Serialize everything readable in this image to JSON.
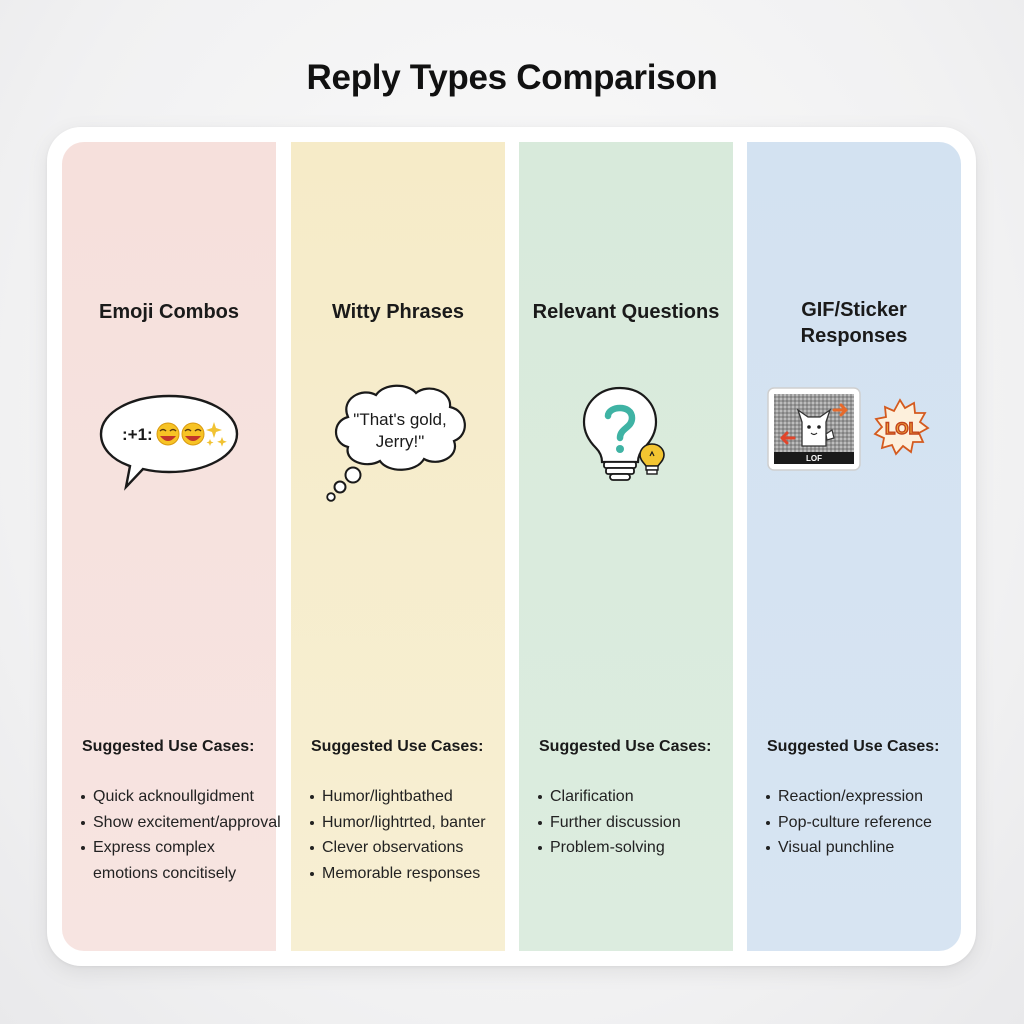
{
  "title": "Reply Types Comparison",
  "columns": [
    {
      "title_lines": [
        "Emoji Combos"
      ],
      "illustration": "speech-bubble",
      "bubble_text": ":+1:",
      "use_heading": "Suggested Use Cases:",
      "items": [
        "Quick acknoullgidment",
        "Show excitement/approval",
        "Express complex",
        "emotions concitisely"
      ],
      "color": "#f6e0dc"
    },
    {
      "title_lines": [
        "Witty Phrases"
      ],
      "illustration": "thought-bubble",
      "bubble_lines": [
        "\"That's gold,",
        "Jerry!\""
      ],
      "use_heading": "Suggested Use Cases:",
      "items": [
        "Humor/lightbathed",
        "Humor/lightrted, banter",
        "Clever observations",
        "Memorable responses"
      ],
      "color": "#f6ebc8"
    },
    {
      "title_lines": [
        "Relevant Questions"
      ],
      "illustration": "question-lightbulb",
      "use_heading": "Suggested Use Cases:",
      "items": [
        "Clarification",
        "Further discussion",
        "Problem-solving"
      ],
      "color": "#d8eadb"
    },
    {
      "title_lines": [
        "GIF/Sticker",
        "Responses"
      ],
      "illustration": "gif-and-sticker",
      "gif_caption": "LOF",
      "sticker_text": "LOL",
      "use_heading": "Suggested Use Cases:",
      "items": [
        "Reaction/expression",
        "Pop-culture reference",
        "Visual punchline"
      ],
      "color": "#d3e2f1"
    }
  ]
}
